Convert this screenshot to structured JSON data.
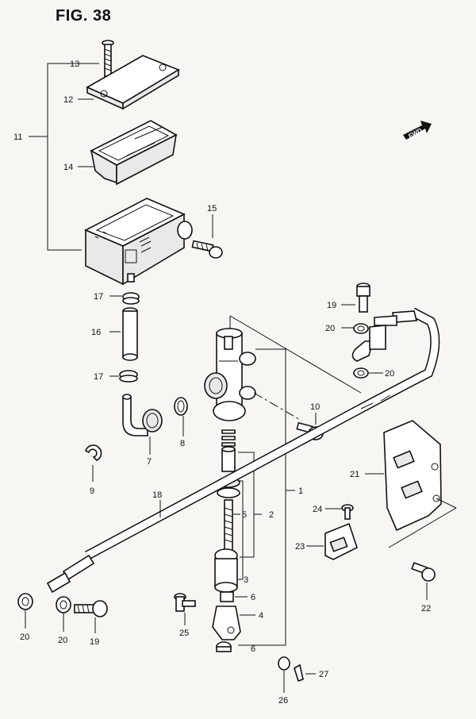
{
  "figure": {
    "title": "FIG. 38",
    "fwd_label": "FWD"
  },
  "callouts": {
    "c1": "1",
    "c2": "2",
    "c3": "3",
    "c4": "4",
    "c5": "5",
    "c6a": "6",
    "c6b": "6",
    "c7": "7",
    "c8": "8",
    "c9": "9",
    "c10": "10",
    "c11": "11",
    "c12": "12",
    "c13": "13",
    "c14": "14",
    "c15": "15",
    "c16": "16",
    "c17a": "17",
    "c17b": "17",
    "c18": "18",
    "c19a": "19",
    "c19b": "19",
    "c20a": "20",
    "c20b": "20",
    "c20c": "20",
    "c20d": "20",
    "c21": "21",
    "c22": "22",
    "c23": "23",
    "c24": "24",
    "c25": "25",
    "c26": "26",
    "c27": "27"
  }
}
